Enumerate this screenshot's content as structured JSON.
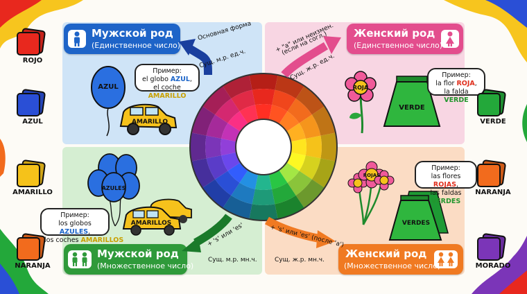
{
  "quadrants": {
    "masc_sing": {
      "title": "Мужской род",
      "subtitle": "(Единственное число)",
      "example_title": "Пример:",
      "example_line1_pre": "el globo ",
      "example_line1_hl": "AZUL",
      "example_line1_post": ",",
      "example_line2_pre": "el coche ",
      "example_line2_hl": "AMARILLO",
      "balloon_label": "AZUL",
      "car_label": "AMARILLO"
    },
    "fem_sing": {
      "title": "Женский род",
      "subtitle": "(Единственное число)",
      "example_title": "Пример:",
      "example_line1_pre": "la flor ",
      "example_line1_hl": "ROJA",
      "example_line1_post": ",",
      "example_line2_pre": "la falda ",
      "example_line2_hl": "VERDE",
      "flower_label": "ROJA",
      "skirt_label": "VERDE"
    },
    "masc_plur": {
      "title": "Мужской род",
      "subtitle": "(Множественное число)",
      "example_title": "Пример:",
      "example_line1_pre": "los globos ",
      "example_line1_hl": "AZULES",
      "example_line1_post": ",",
      "example_line2_pre": "los coches ",
      "example_line2_hl": "AMARILLOS",
      "balloons_label": "AZULES",
      "cars_label": "AMARILLOS"
    },
    "fem_plur": {
      "title": "Женский род",
      "subtitle": "(Множественное число)",
      "example_title": "Пример:",
      "example_line1_pre": "las flores ",
      "example_line1_hl": "ROJAS",
      "example_line1_post": ",",
      "example_line2_pre": "las faldas ",
      "example_line2_hl": "VERDES",
      "flowers_label": "ROJAS",
      "skirts_label": "VERDES"
    }
  },
  "arrows": {
    "top_left_line1": "Основная форма",
    "top_left_line2": "Сущ. м.р. ед.ч.",
    "top_right_line1": "+ \"a\" или неизмен.",
    "top_right_line2": "(если на согл.)",
    "top_right_line3": "Сущ. ж.р. ед.ч.",
    "bottom_left_line1": "+ 's' или 'es'",
    "bottom_left_line2": "Сущ. м.р. мн.ч.",
    "bottom_right_line1": "+ 's' или 'es' (после 'a')",
    "bottom_right_line2": "Сущ. ж.р. мн.ч."
  },
  "swatches": {
    "left": [
      {
        "label": "ROJO",
        "color": "#e8281e"
      },
      {
        "label": "AZUL",
        "color": "#2a4fd6"
      },
      {
        "label": "AMARILLO",
        "color": "#f5c21a"
      },
      {
        "label": "NARANJA",
        "color": "#f26b1d"
      }
    ],
    "right": [
      {
        "label": "VERDE",
        "color": "#23a83a"
      },
      {
        "label": "NARANJA",
        "color": "#f26b1d"
      },
      {
        "label": "MORADO",
        "color": "#7b35b8"
      }
    ]
  },
  "colors": {
    "masc_sing_bg": "#cfe4f7",
    "fem_sing_bg": "#f8d6e3",
    "masc_plur_bg": "#d5eed2",
    "fem_plur_bg": "#fbdcc4",
    "masc_sing_hdr": "#1e64c8",
    "fem_sing_hdr": "#e34d8d",
    "masc_plur_hdr": "#2f9a3a",
    "fem_plur_hdr": "#f07a22"
  },
  "icons": {
    "masc_sing": "man-icon",
    "fem_sing": "woman-icon",
    "masc_plur": "two-men-icon",
    "fem_plur": "two-women-icon",
    "center": "color-wheel"
  }
}
